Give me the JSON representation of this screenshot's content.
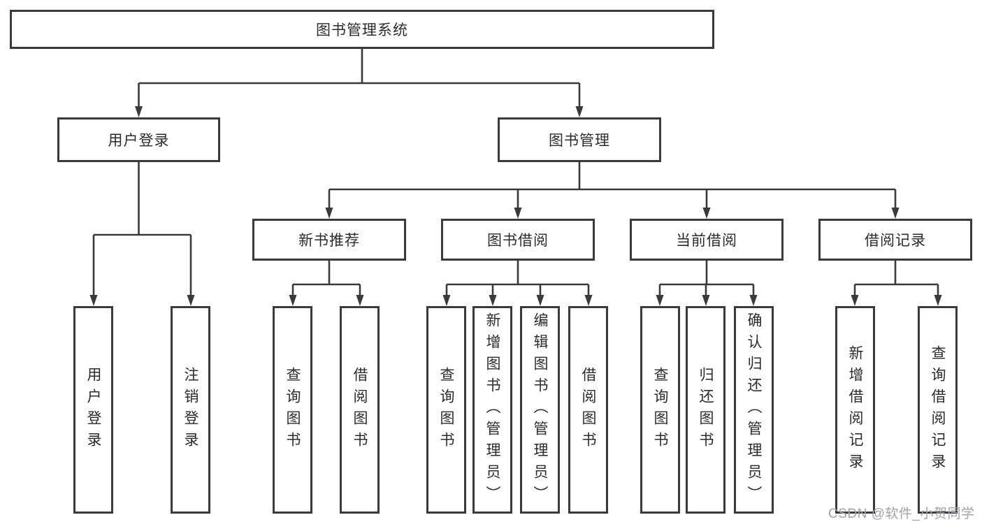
{
  "diagram": {
    "title": "图书管理系统",
    "branches": [
      {
        "label": "用户登录",
        "children": [
          {
            "label": "用户登录"
          },
          {
            "label": "注销登录"
          }
        ]
      },
      {
        "label": "图书管理",
        "groups": [
          {
            "label": "新书推荐",
            "children": [
              {
                "label": "查询图书"
              },
              {
                "label": "借阅图书"
              }
            ]
          },
          {
            "label": "图书借阅",
            "children": [
              {
                "label": "查询图书"
              },
              {
                "label": "新增图书（管理员）"
              },
              {
                "label": "编辑图书（管理员）"
              },
              {
                "label": "借阅图书"
              }
            ]
          },
          {
            "label": "当前借阅",
            "children": [
              {
                "label": "查询图书"
              },
              {
                "label": "归还图书"
              },
              {
                "label": "确认归还（管理员）"
              }
            ]
          },
          {
            "label": "借阅记录",
            "children": [
              {
                "label": "新增借阅记录"
              },
              {
                "label": "查询借阅记录"
              }
            ]
          }
        ]
      }
    ]
  },
  "colors": {
    "line": "#3a3a3c",
    "box_border": "#3a3a3c",
    "text": "#2b2b2b",
    "watermark": "#a2a2aa",
    "background": "#ffffff"
  },
  "watermark": {
    "text": "CSDN @软件_小贺同学"
  }
}
